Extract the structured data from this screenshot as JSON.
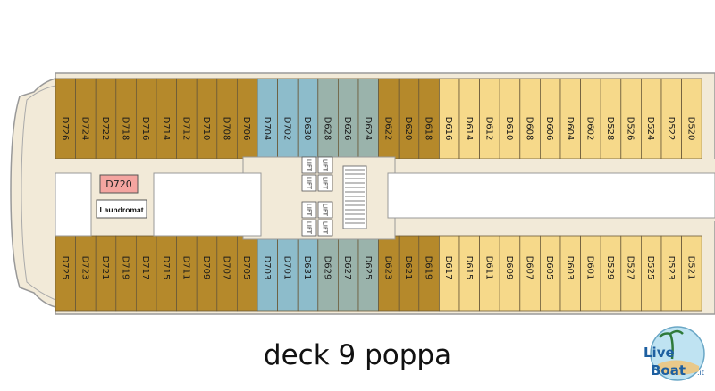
{
  "caption": "deck 9 poppa",
  "colors": {
    "hull": "#f2ead8",
    "outline": "#999999",
    "brown": "#b5892b",
    "blue": "#8dbccb",
    "grey_teal": "#9ab3ab",
    "yellow": "#f6d98a",
    "pink": "#f4a5a0"
  },
  "top_cabins": [
    {
      "label": "D726",
      "color": "brown"
    },
    {
      "label": "D724",
      "color": "brown"
    },
    {
      "label": "D722",
      "color": "brown"
    },
    {
      "label": "D718",
      "color": "brown"
    },
    {
      "label": "D716",
      "color": "brown"
    },
    {
      "label": "D714",
      "color": "brown"
    },
    {
      "label": "D712",
      "color": "brown"
    },
    {
      "label": "D710",
      "color": "brown"
    },
    {
      "label": "D708",
      "color": "brown"
    },
    {
      "label": "D706",
      "color": "brown"
    },
    {
      "label": "D704",
      "color": "blue"
    },
    {
      "label": "D702",
      "color": "blue"
    },
    {
      "label": "D630",
      "color": "blue"
    },
    {
      "label": "D628",
      "color": "grey_teal"
    },
    {
      "label": "D626",
      "color": "grey_teal"
    },
    {
      "label": "D624",
      "color": "grey_teal"
    },
    {
      "label": "D622",
      "color": "brown"
    },
    {
      "label": "D620",
      "color": "brown"
    },
    {
      "label": "D618",
      "color": "brown"
    },
    {
      "label": "D616",
      "color": "yellow"
    },
    {
      "label": "D614",
      "color": "yellow"
    },
    {
      "label": "D612",
      "color": "yellow"
    },
    {
      "label": "D610",
      "color": "yellow"
    },
    {
      "label": "D608",
      "color": "yellow"
    },
    {
      "label": "D606",
      "color": "yellow"
    },
    {
      "label": "D604",
      "color": "yellow"
    },
    {
      "label": "D602",
      "color": "yellow"
    },
    {
      "label": "D528",
      "color": "yellow"
    },
    {
      "label": "D526",
      "color": "yellow"
    },
    {
      "label": "D524",
      "color": "yellow"
    },
    {
      "label": "D522",
      "color": "yellow"
    },
    {
      "label": "D520",
      "color": "yellow"
    }
  ],
  "bottom_cabins": [
    {
      "label": "D725",
      "color": "brown"
    },
    {
      "label": "D723",
      "color": "brown"
    },
    {
      "label": "D721",
      "color": "brown"
    },
    {
      "label": "D719",
      "color": "brown"
    },
    {
      "label": "D717",
      "color": "brown"
    },
    {
      "label": "D715",
      "color": "brown"
    },
    {
      "label": "D711",
      "color": "brown"
    },
    {
      "label": "D709",
      "color": "brown"
    },
    {
      "label": "D707",
      "color": "brown"
    },
    {
      "label": "D705",
      "color": "brown"
    },
    {
      "label": "D703",
      "color": "blue"
    },
    {
      "label": "D701",
      "color": "blue"
    },
    {
      "label": "D631",
      "color": "blue"
    },
    {
      "label": "D629",
      "color": "grey_teal"
    },
    {
      "label": "D627",
      "color": "grey_teal"
    },
    {
      "label": "D625",
      "color": "grey_teal"
    },
    {
      "label": "D623",
      "color": "brown"
    },
    {
      "label": "D621",
      "color": "brown"
    },
    {
      "label": "D619",
      "color": "brown"
    },
    {
      "label": "D617",
      "color": "yellow"
    },
    {
      "label": "D615",
      "color": "yellow"
    },
    {
      "label": "D611",
      "color": "yellow"
    },
    {
      "label": "D609",
      "color": "yellow"
    },
    {
      "label": "D607",
      "color": "yellow"
    },
    {
      "label": "D605",
      "color": "yellow"
    },
    {
      "label": "D603",
      "color": "yellow"
    },
    {
      "label": "D601",
      "color": "yellow"
    },
    {
      "label": "D529",
      "color": "yellow"
    },
    {
      "label": "D527",
      "color": "yellow"
    },
    {
      "label": "D525",
      "color": "yellow"
    },
    {
      "label": "D523",
      "color": "yellow"
    },
    {
      "label": "D521",
      "color": "yellow"
    }
  ],
  "special_rooms": {
    "d720": "D720",
    "laundromat": "Laundromat"
  },
  "lifts": [
    "LIFT",
    "LIFT",
    "LIFT",
    "LIFT",
    "LIFT",
    "LIFT",
    "LIFT",
    "LIFT"
  ],
  "logo": {
    "text_live": "Live",
    "text_boat": "Boat",
    "text_it": ".it"
  }
}
